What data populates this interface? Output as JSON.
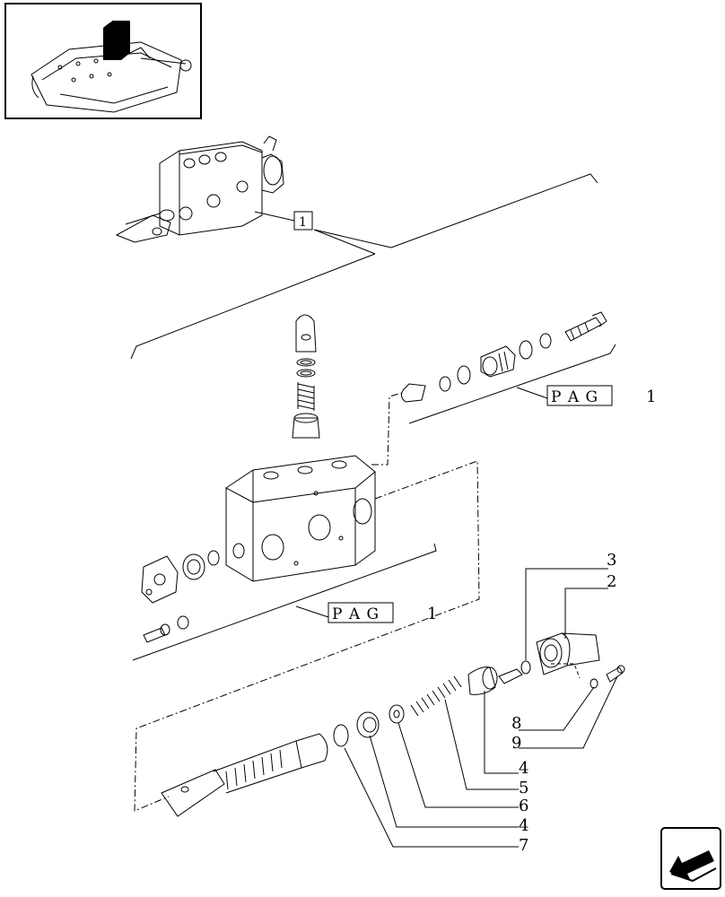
{
  "reference_box": {
    "label": "1"
  },
  "pag_references": [
    {
      "prefix": "P A G",
      "page": "1"
    },
    {
      "prefix": "P A G",
      "page": "1"
    }
  ],
  "callouts": {
    "c3": "3",
    "c2": "2",
    "c8": "8",
    "c9": "9",
    "c4a": "4",
    "c5": "5",
    "c6": "6",
    "c4b": "4",
    "c7": "7"
  },
  "icons": {
    "thumbnail": "tractor-lift-housing-thumbnail",
    "navigation": "return-arrow-icon"
  }
}
